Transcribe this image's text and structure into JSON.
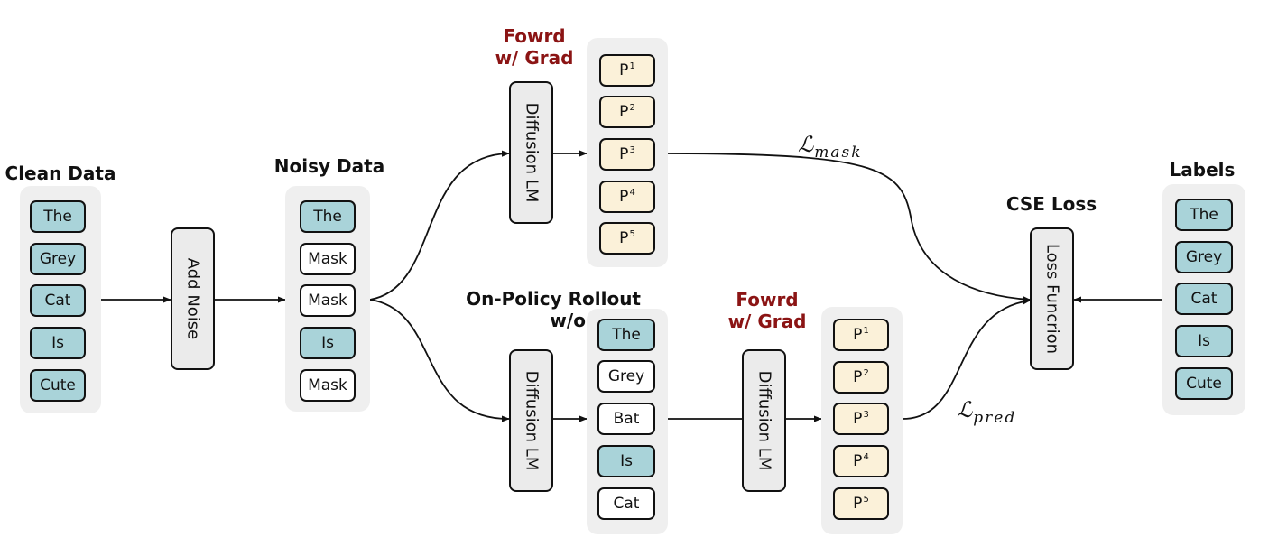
{
  "headings": {
    "clean_data": "Clean Data",
    "noisy_data": "Noisy Data",
    "forward_top": "Fowrd\nw/ Grad",
    "rollout": "On-Policy Rollout\nw/o Grad",
    "forward_bottom": "Fowrd\nw/ Grad",
    "cse_loss": "CSE Loss",
    "labels": "Labels"
  },
  "clean_tokens": [
    "The",
    "Grey",
    "Cat",
    "Is",
    "Cute"
  ],
  "noisy_tokens": [
    "The",
    "Mask",
    "Mask",
    "Is",
    "Mask"
  ],
  "rollout_tokens": [
    "The",
    "Grey",
    "Bat",
    "Is",
    "Cat"
  ],
  "label_tokens": [
    "The",
    "Grey",
    "Cat",
    "Is",
    "Cute"
  ],
  "pred_tokens": [
    {
      "base": "P",
      "sup": "1"
    },
    {
      "base": "P",
      "sup": "2"
    },
    {
      "base": "P",
      "sup": "3"
    },
    {
      "base": "P",
      "sup": "4"
    },
    {
      "base": "P",
      "sup": "5"
    }
  ],
  "blocks": {
    "add_noise": "Add Noise",
    "diffusion_top": "Diffusion LM",
    "diffusion_rollout": "Diffusion LM",
    "diffusion_bottom": "Diffusion LM",
    "loss_function": "Loss Funcrion"
  },
  "loss_labels": {
    "mask": {
      "symbol": "ℒ",
      "sub": "mask"
    },
    "pred": {
      "symbol": "ℒ",
      "sub": "pred"
    }
  },
  "colors": {
    "token_teal": "#a9d3d9",
    "token_cream": "#fbf1d9",
    "token_white": "#ffffff",
    "heading_red": "#8b1414",
    "panel_grey": "#efefef"
  }
}
